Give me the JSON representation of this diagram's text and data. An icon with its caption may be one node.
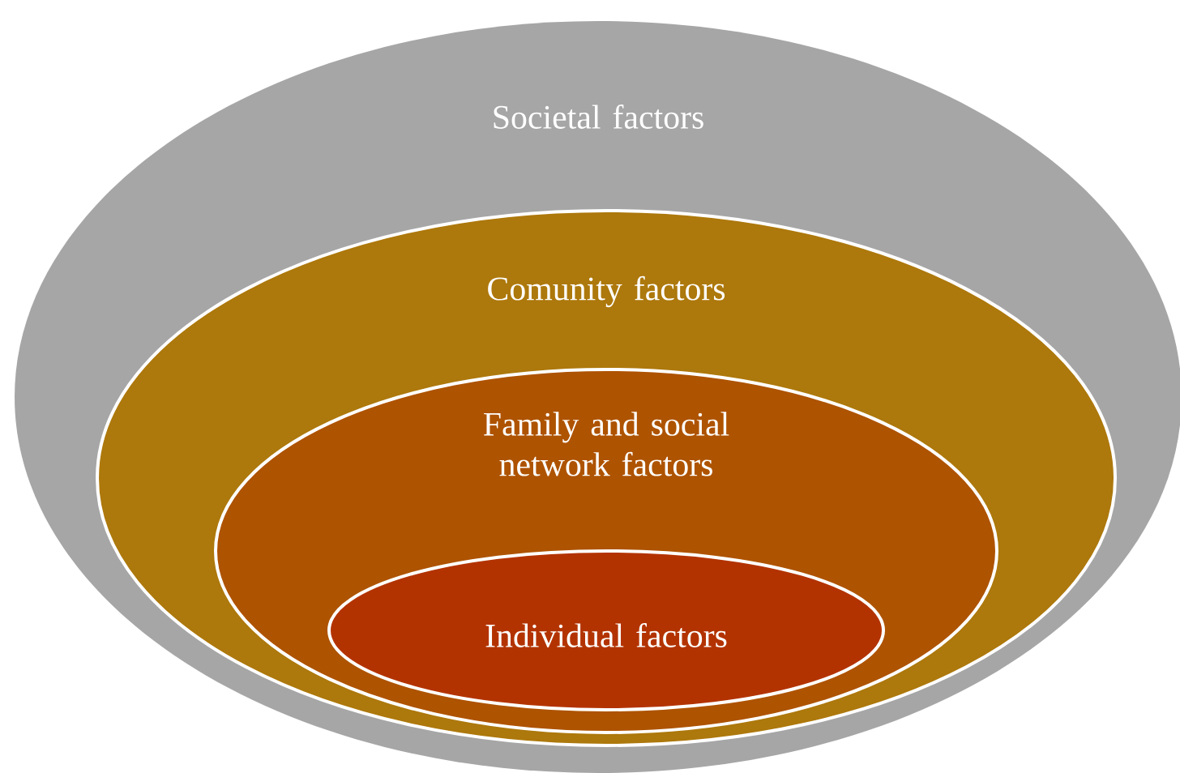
{
  "diagram": {
    "nodes": [
      {
        "text": [
          "Societal factors"
        ]
      },
      {
        "text": [
          "Comunity factors"
        ],
        "in": 0
      },
      {
        "text": [
          "Family and social network factors"
        ],
        "in": 1
      },
      {
        "text": [
          "Individual factors"
        ],
        "in": 2
      }
    ]
  }
}
